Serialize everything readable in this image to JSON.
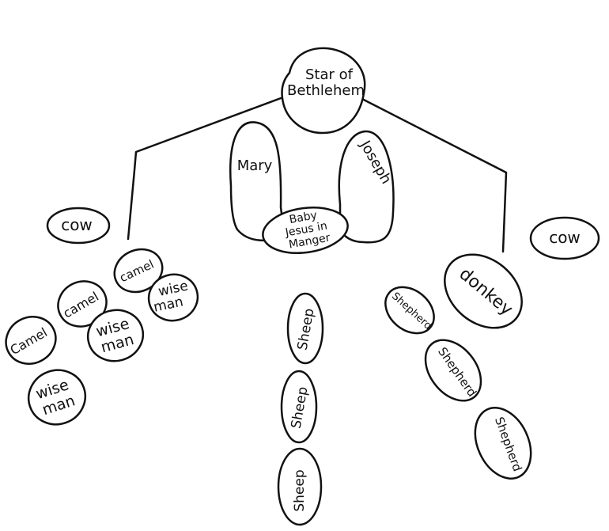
{
  "diagram": {
    "star": [
      "Star of",
      "Bethlehem"
    ],
    "mary": "Mary",
    "joseph": "Joseph",
    "baby": [
      "Baby",
      "Jesus in",
      "Manger"
    ],
    "cow_left": "cow",
    "cow_right": "cow",
    "camels": [
      "Camel",
      "camel",
      "camel"
    ],
    "wise_men": [
      [
        "wise",
        "man"
      ],
      [
        "wise",
        "man"
      ],
      [
        "wise",
        "man"
      ]
    ],
    "sheep": [
      "Sheep",
      "Sheep",
      "Sheep"
    ],
    "shepherds": [
      "Shepherd",
      "Shepherd",
      "Shepherd"
    ],
    "donkey": "donkey"
  }
}
